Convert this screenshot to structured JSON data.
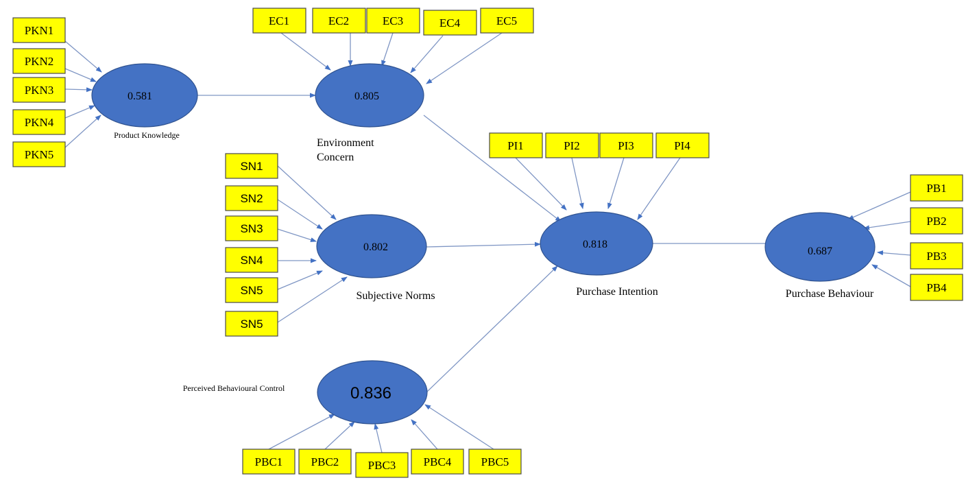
{
  "constructs": {
    "product_knowledge": {
      "value": "0.581",
      "label": "Product Knowledge"
    },
    "environment_concern": {
      "value": "0.805",
      "label_line1": "Environment",
      "label_line2": "Concern"
    },
    "subjective_norms": {
      "value": "0.802",
      "label": "Subjective Norms"
    },
    "purchase_intention": {
      "value": "0.818",
      "label": "Purchase Intention"
    },
    "purchase_behaviour": {
      "value": "0.687",
      "label": "Purchase Behaviour"
    },
    "perceived_behavioural_control": {
      "value": "0.836",
      "label": "Perceived Behavioural Control"
    }
  },
  "indicators": {
    "pkn": [
      "PKN1",
      "PKN2",
      "PKN3",
      "PKN4",
      "PKN5"
    ],
    "ec": [
      "EC1",
      "EC2",
      "EC3",
      "EC4",
      "EC5"
    ],
    "sn": [
      "SN1",
      "SN2",
      "SN3",
      "SN4",
      "SN5",
      "SN5"
    ],
    "pi": [
      "PI1",
      "PI2",
      "PI3",
      "PI4"
    ],
    "pb": [
      "PB1",
      "PB2",
      "PB3",
      "PB4"
    ],
    "pbc": [
      "PBC1",
      "PBC2",
      "PBC3",
      "PBC4",
      "PBC5"
    ]
  },
  "colors": {
    "indicator_fill": "#ffff00",
    "construct_fill": "#4472c4",
    "arrow": "#7f96c4"
  }
}
